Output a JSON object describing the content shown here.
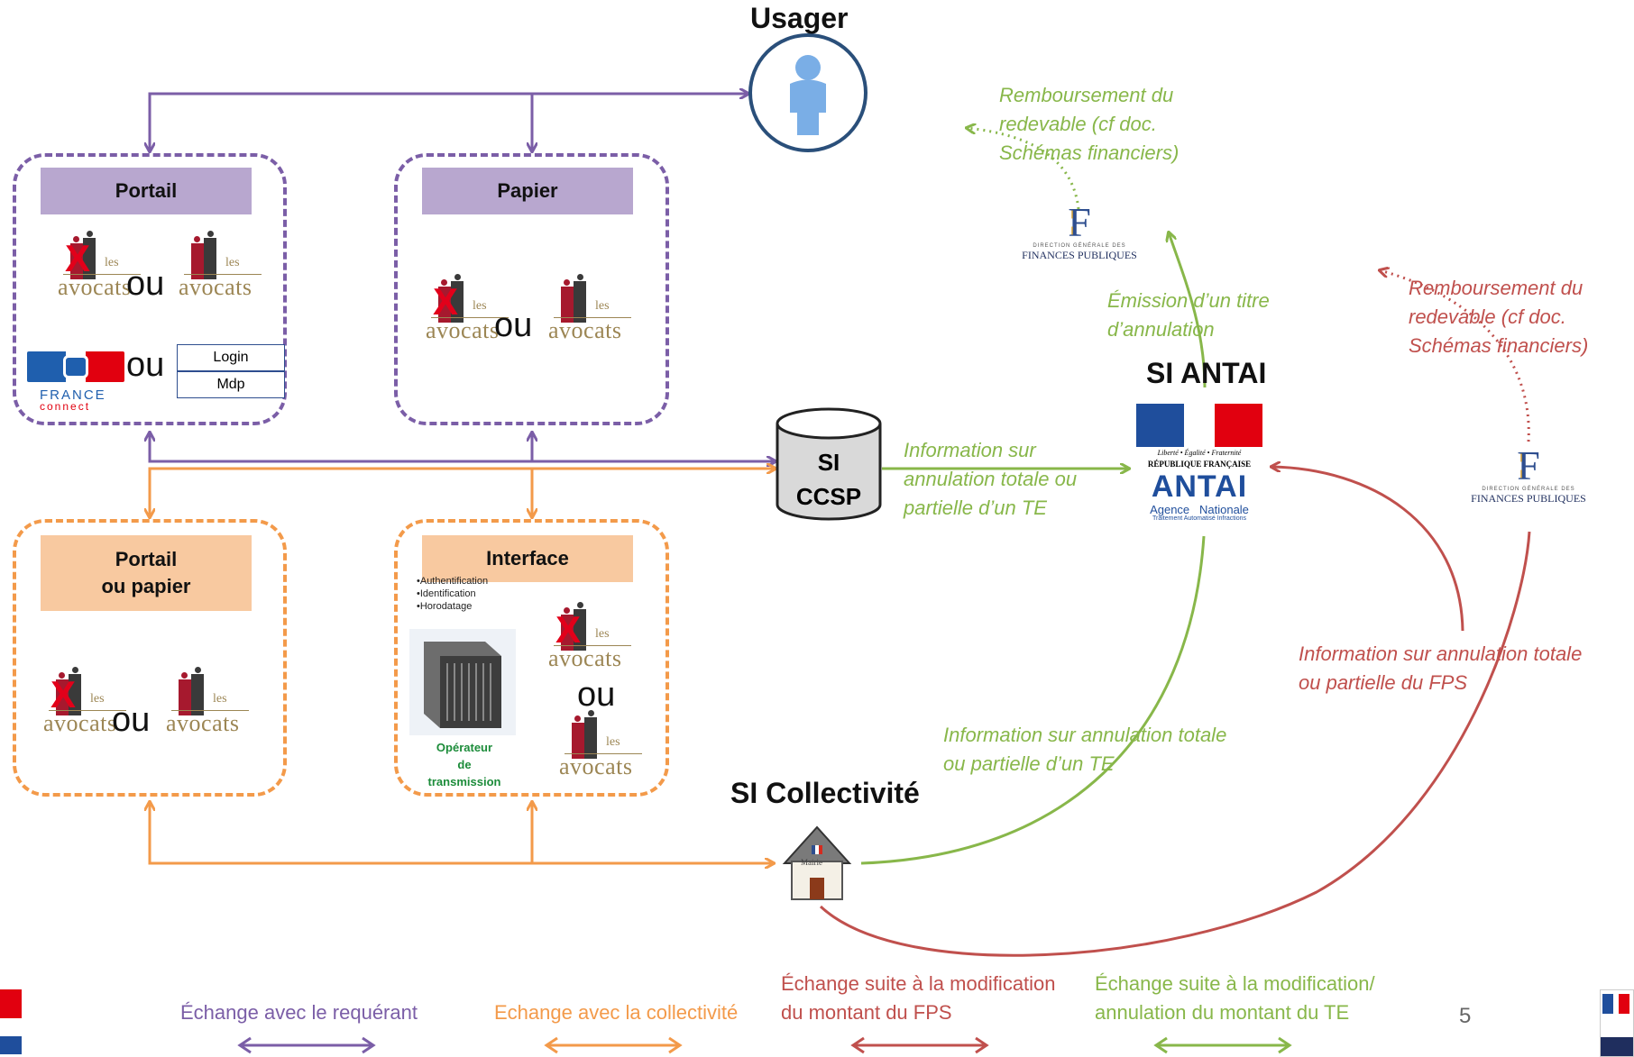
{
  "nodes": {
    "usager": "Usager",
    "si_ccsp": "SI\nCCSP",
    "si_antai": "SI ANTAI",
    "si_collectivite": "SI Collectivité"
  },
  "boxes": {
    "portail": "Portail",
    "papier": "Papier",
    "portail_ou_papier": "Portail\nou papier",
    "interface": "Interface"
  },
  "ou": "ou",
  "logo": {
    "les": "les",
    "avocats": "avocats"
  },
  "franceconnect": {
    "line1": "FRANCE",
    "line2": "connect"
  },
  "login": {
    "login": "Login",
    "mdp": "Mdp"
  },
  "interface_bullets": [
    "•Authentification",
    "•Identification",
    "•Horodatage"
  ],
  "operateur": "Opérateur\nde\ntransmission",
  "mairie": "Mairie",
  "finances": {
    "small": "DIRECTION GÉNÉRALE DES",
    "name": "FINANCES PUBLIQUES"
  },
  "antai": {
    "devise": "Liberté • Égalité • Fraternité",
    "republique": "RÉPUBLIQUE FRANÇAISE",
    "acronym": "ANTAI",
    "agence": "Agence   Nationale",
    "traitement": "Traitement Automatisé Infractions"
  },
  "annotations": {
    "remb1": "Remboursement du\nredevable (cf doc.\nSchémas financiers)",
    "emission": "Émission d’un titre\nd’annulation",
    "remb2": "Remboursement du\nredevable (cf doc.\nSchémas financiers)",
    "info_ccsp": "Information sur\nannulation totale ou\npartielle d’un TE",
    "info_fps": "Information sur annulation totale\nou partielle du FPS",
    "info_te": "Information sur annulation totale\nou partielle d’un TE"
  },
  "legend": {
    "requerant": "Échange avec le requérant",
    "collectivite": "Echange avec la collectivité",
    "fps": "Échange suite à la modification\ndu montant du FPS",
    "te": "Échange suite à la modification/\nannulation du montant du TE"
  },
  "page_number": "5",
  "colors": {
    "requerant": "#7b5ea7",
    "collectivite": "#f39a4a",
    "fps": "#c0504d",
    "te": "#88b74a"
  }
}
